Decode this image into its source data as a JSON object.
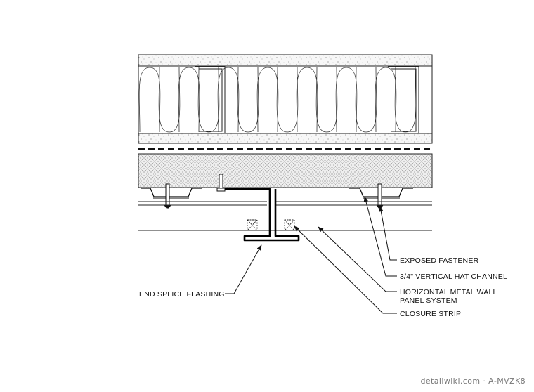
{
  "callouts": {
    "exposed_fastener": "EXPOSED FASTENER",
    "hat_channel": "3/4\" VERTICAL HAT CHANNEL",
    "panel_system_line1": "HORIZONTAL METAL WALL",
    "panel_system_line2": "PANEL SYSTEM",
    "closure_strip": "CLOSURE STRIP",
    "end_splice_flashing": "END SPLICE FLASHING"
  },
  "watermark": "detailwiki.com · A-MVZK8",
  "colors": {
    "line": "#111111",
    "concrete_fill": "#f2f2f2",
    "board_fill": "#e9e9e9"
  }
}
